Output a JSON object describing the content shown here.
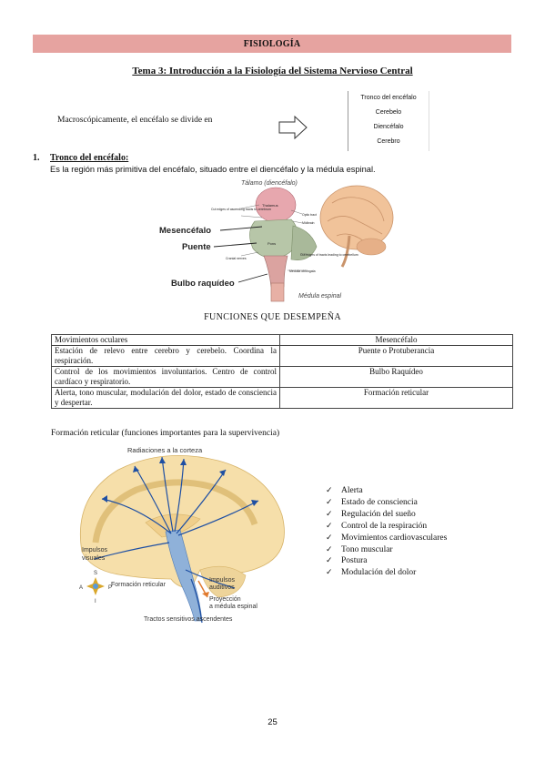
{
  "header": {
    "title": "FISIOLOGÍA"
  },
  "tema": {
    "title": "Tema 3: Introducción a la Fisiología del Sistema Nervioso Central"
  },
  "intro": {
    "text": "Macroscópicamente, el encéfalo se divide en",
    "divisions": [
      "Tronco del encéfalo",
      "Cerebelo",
      "Diencéfalo",
      "Cerebro"
    ]
  },
  "section1": {
    "number": "1.",
    "title": "Tronco del encéfalo:",
    "text": "Es la región más primitiva del encéfalo, situado entre el diencéfalo y la médula espinal."
  },
  "figure1": {
    "labels": {
      "talamo": "Tálamo (diencéfalo)",
      "mesencefalo": "Mesencéfalo",
      "puente": "Puente",
      "bulbo": "Bulbo raquídeo",
      "medula": "Médula espinal",
      "thalamus": "Thalamus",
      "cut_edges": "Cut edges of ascending tracts to cerebrum",
      "optic_tract": "Optic tract",
      "midbrain": "Midbrain",
      "pons": "Pons",
      "cut_tracts": "Cut edges of tracts leading to cerebellum",
      "cranial_nerves": "Cranial nerves",
      "medulla": "Medulla oblongata"
    }
  },
  "functions": {
    "title": "FUNCIONES QUE DESEMPEÑA",
    "rows": [
      {
        "left": "Movimientos oculares",
        "right": "Mesencéfalo"
      },
      {
        "left": "Estación de relevo entre cerebro y cerebelo. Coordina la respiración.",
        "right": "Puente o Protuberancia"
      },
      {
        "left": "Control de los movimientos involuntarios. Centro de control cardíaco y respiratorio.",
        "right": "Bulbo Raquídeo"
      },
      {
        "left": "Alerta, tono muscular, modulación del dolor, estado de consciencia y despertar.",
        "right": "Formación reticular"
      }
    ]
  },
  "reticular": {
    "title": "Formación reticular (funciones importantes para la supervivencia)",
    "items": [
      "Alerta",
      "Estado de consciencia",
      "Regulación del sueño",
      "Control de la respiración",
      "Movimientos cardiovasculares",
      "Tono muscular",
      "Postura",
      "Modulación del dolor"
    ]
  },
  "figure2": {
    "labels": {
      "radiaciones": "Radiaciones a la corteza",
      "impulsos_visuales_1": "Impulsos",
      "impulsos_visuales_2": "visuales",
      "formacion": "Formación reticular",
      "impulsos_auditivos_1": "Impulsos",
      "impulsos_auditivos_2": "auditivos",
      "proyeccion_1": "Proyección",
      "proyeccion_2": "a médula espinal",
      "tractos": "Tractos sensitivos ascendentes",
      "s": "S",
      "a": "A",
      "p": "P",
      "i": "I"
    }
  },
  "footer": {
    "page": "25"
  }
}
